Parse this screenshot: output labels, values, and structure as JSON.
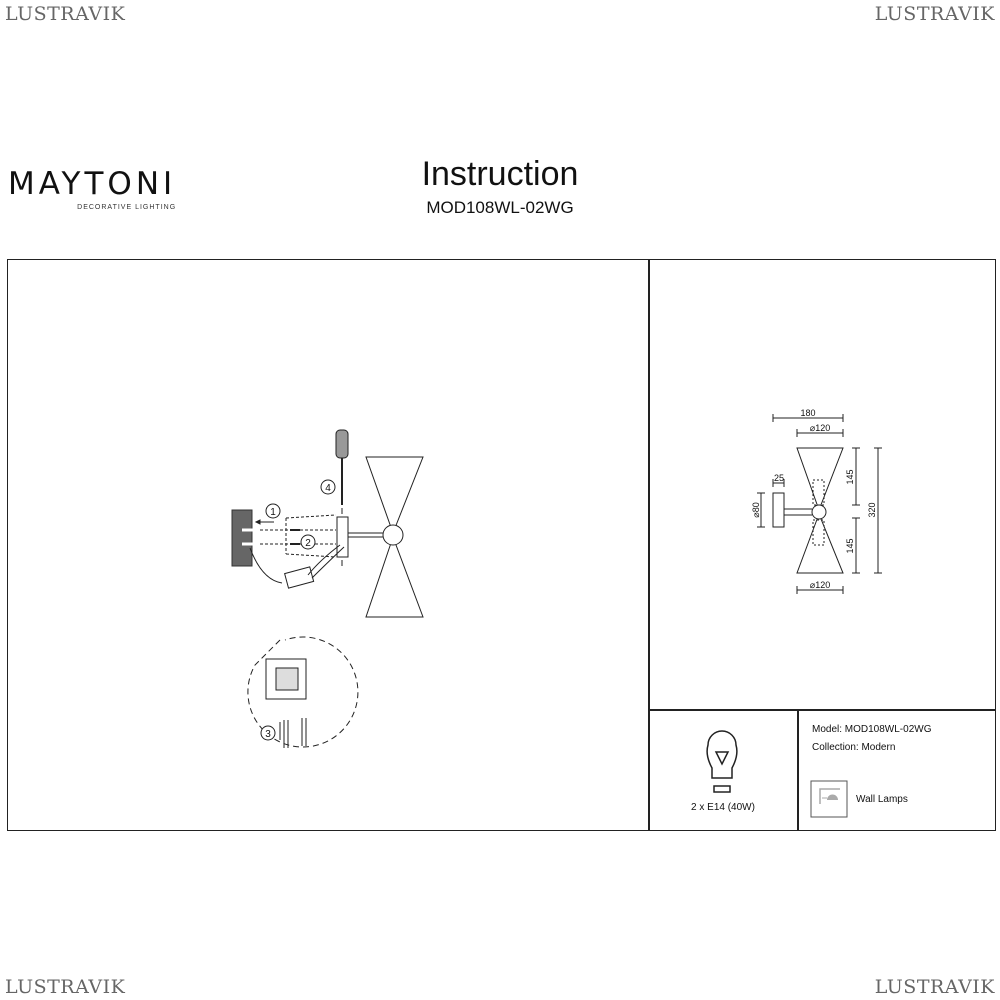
{
  "watermark": "LUSTRAVIK",
  "brand": {
    "name": "MAYTONI",
    "tagline": "DECORATIVE LIGHTING"
  },
  "header": {
    "title": "Instruction",
    "model": "MOD108WL-02WG"
  },
  "installation": {
    "steps": [
      "1",
      "2",
      "3",
      "4"
    ]
  },
  "dimensions": {
    "width": "180",
    "shade_top": "⌀120",
    "shade_bottom": "⌀120",
    "base_depth": "25",
    "base_diameter": "⌀80",
    "upper_height": "145",
    "lower_height": "145",
    "total_height": "320"
  },
  "bulb": {
    "icon": "light-bulb-icon",
    "spec": "2 x E14 (40W)"
  },
  "info": {
    "model": "Model: MOD108WL-02WG",
    "collection": "Collection: Modern",
    "category_icon": "wall-lamp-icon",
    "category": "Wall Lamps"
  }
}
